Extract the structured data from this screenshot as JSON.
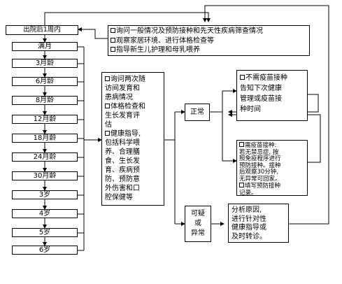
{
  "stages": [
    "出院后1周内",
    "满月",
    "3月龄",
    "6月龄",
    "8月龄",
    "12月龄",
    "18月龄",
    "24月龄",
    "30月龄",
    "3岁",
    "4岁",
    "5岁",
    "6岁"
  ],
  "first_visit": {
    "lines": [
      "询问一般情况及预防接种和先天性疾病筛查情况",
      "观察家居环境、进行体格检查等",
      "指导新生儿护理和母乳喂养"
    ]
  },
  "followup": {
    "item1": [
      "询问两次随",
      "访间发育和",
      "患病情况"
    ],
    "item2": [
      "体格检查和",
      "生长发育评",
      "估"
    ],
    "item3": [
      "健康指导,",
      "包括科学喂",
      "养、合理膳",
      "食、生长发",
      "育、疾病预",
      "防、预防意",
      "外伤害和口",
      "腔保健等"
    ]
  },
  "normal": {
    "label": "正常"
  },
  "abnormal": {
    "lines": [
      "可疑",
      "或",
      "异常"
    ]
  },
  "no_vaccine": {
    "lines": [
      "不需疫苗接种",
      "告知下次健康",
      "管理或疫苗接",
      "种时间"
    ]
  },
  "vaccine": {
    "item1": [
      "需疫苗接种:",
      "若无禁忌症, 按",
      "照免疫程序进行",
      "预防接种。接种",
      "后观察30分钟,",
      "无异常可回家。"
    ],
    "item2": [
      "填写预防接种",
      "记录。"
    ]
  },
  "analysis": {
    "lines": [
      "分析原因,",
      "进行针对性",
      "健康指导或",
      "及时转诊。"
    ]
  }
}
